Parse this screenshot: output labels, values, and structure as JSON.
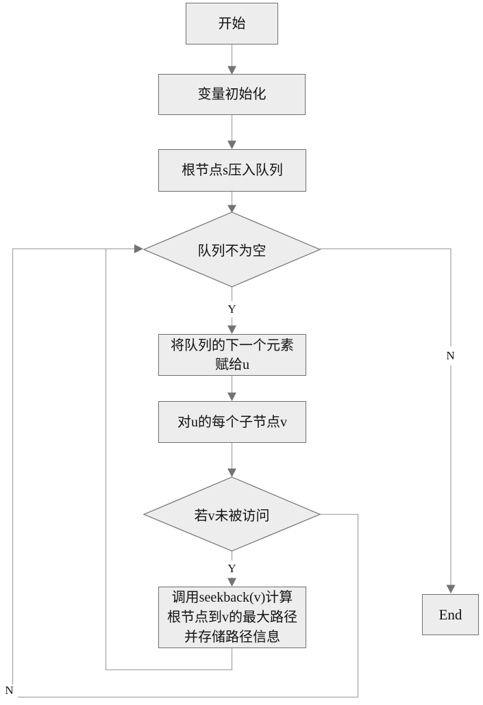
{
  "flowchart": {
    "nodes": {
      "start": {
        "label": "开始"
      },
      "init": {
        "label": "变量初始化"
      },
      "push_root": {
        "label": "根节点s压入队列"
      },
      "queue_check": {
        "label": "队列不为空"
      },
      "next_element": {
        "label": "将队列的下一个元素\n赋给u"
      },
      "each_child": {
        "label": "对u的每个子节点v"
      },
      "visit_check": {
        "label": "若v未被访问"
      },
      "seekback": {
        "label": "调用seekback(v)计算\n根节点到v的最大路径\n并存储路径信息"
      },
      "end": {
        "label": "End"
      }
    },
    "edge_labels": {
      "queue_yes": "Y",
      "queue_no": "N",
      "visit_yes": "Y",
      "visit_no": "N"
    },
    "colors": {
      "node_fill": "#ededed",
      "node_border": "#6e6e6e",
      "connector": "#a6a6a6",
      "arrowhead": "#737373",
      "text": "#111111",
      "background": "#ffffff"
    }
  }
}
